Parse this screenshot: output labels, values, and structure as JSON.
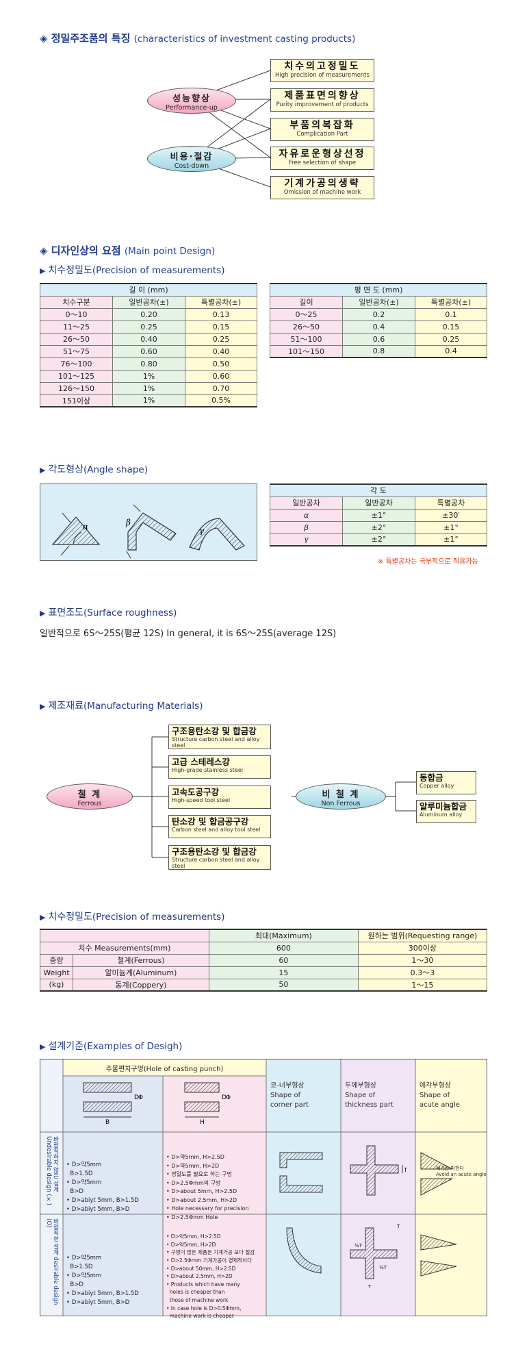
{
  "section1": {
    "title_ko": "◈ 정밀주조품의 특징",
    "title_en": "(characteristics of investment casting products)",
    "ovals": [
      {
        "ko": "성능향상",
        "en": "Performance-up"
      },
      {
        "ko": "비용·절감",
        "en": "Cost-down"
      }
    ],
    "boxes": [
      {
        "ko": "치수의고정밀도",
        "en": "High precision of measurements"
      },
      {
        "ko": "제품표면의향상",
        "en": "Purity improvement of products"
      },
      {
        "ko": "부품의복잡화",
        "en": "Complication Part"
      },
      {
        "ko": "자유로운형상선정",
        "en": "Free selection of shape"
      },
      {
        "ko": "기계가공의생략",
        "en": "Omission of machine work"
      }
    ]
  },
  "section2": {
    "title_ko": "◈ 디자인상의 요점",
    "title_en": "(Main point Design)",
    "sub_marker": "▶",
    "sub_ko": "치수정밀도",
    "sub_en": "(Precision of measurements)",
    "length_table": {
      "title": "길        이  (mm)",
      "headers": [
        "치수구분",
        "일반공차(±)",
        "특별공차(±)"
      ],
      "rows": [
        [
          "0～10",
          "0.20",
          "0.13"
        ],
        [
          "11～25",
          "0.25",
          "0.15"
        ],
        [
          "26～50",
          "0.40",
          "0.25"
        ],
        [
          "51～75",
          "0.60",
          "0.40"
        ],
        [
          "76～100",
          "0.80",
          "0.50"
        ],
        [
          "101～125",
          "1%",
          "0.60"
        ],
        [
          "126～150",
          "1%",
          "0.70"
        ],
        [
          "151이상",
          "1%",
          "0.5%"
        ]
      ]
    },
    "flat_table": {
      "title": "평      면      도  (mm)",
      "headers": [
        "길이",
        "일반공차(±)",
        "특별공차(±)"
      ],
      "rows": [
        [
          "0～25",
          "0.2",
          "0.1"
        ],
        [
          "26～50",
          "0.4",
          "0.15"
        ],
        [
          "51～100",
          "0.6",
          "0.25"
        ],
        [
          "101～150",
          "0.8",
          "0.4"
        ]
      ]
    }
  },
  "angle": {
    "sub_ko": "각도형상",
    "sub_en": "(Angle shape)",
    "symbols": [
      "α",
      "β",
      "γ"
    ],
    "table_title": "각        도",
    "headers": [
      "일반공차",
      "일반공차",
      "특별공차"
    ],
    "rows": [
      [
        "α",
        "±1°",
        "±30′"
      ],
      [
        "β",
        "±2°",
        "±1°"
      ],
      [
        "γ",
        "±2°",
        "±1°"
      ]
    ],
    "note": "※ 특별공차는 국부적으로 적용가능"
  },
  "surface": {
    "sub_ko": "표면조도",
    "sub_en": "(Surface roughness)",
    "text": "일반적으로 6S～25S(평균 12S) In general, it is 6S～25S(average 12S)"
  },
  "materials": {
    "sub_ko": "제조재료",
    "sub_en": "(Manufacturing Materials)",
    "ferrous": {
      "ko": "철    계",
      "en": "Ferrous"
    },
    "nonferrous": {
      "ko": "비  철  계",
      "en": "Non Ferrous"
    },
    "ferrous_items": [
      {
        "ko": "구조용탄소강 및 합금강",
        "en": "Structure carbon steel and alloy steel"
      },
      {
        "ko": "고급 스테레스강",
        "en": "High-grade stainless steel"
      },
      {
        "ko": "고속도공구강",
        "en": "High-speed tool steel"
      },
      {
        "ko": "탄소강 및 합금공구강",
        "en": "Carbon steel and alloy tool steel"
      },
      {
        "ko": "구조용탄소강 및 합금강",
        "en": "Structure carbon steel and alloy steel"
      }
    ],
    "nonferrous_items": [
      {
        "ko": "동합금",
        "en": "Copper alloy"
      },
      {
        "ko": "알루미늄합금",
        "en": "Aluminum alloy"
      }
    ]
  },
  "weight": {
    "sub_ko": "치수정밀도",
    "sub_en": "(Precision of measurements)",
    "headers": [
      "최대(Maximum)",
      "원하는 범위(Requesting range)"
    ],
    "measure_label": "치수 Measurements(mm)",
    "measure": [
      "600",
      "300이상"
    ],
    "side": [
      "중량",
      "Weight",
      "(kg)"
    ],
    "rows": [
      [
        "철계(Ferrous)",
        "60",
        "1～30"
      ],
      [
        "알미늄계(Aluminum)",
        "15",
        "0.3～3"
      ],
      [
        "동계(Coppery)",
        "50",
        "1～15"
      ]
    ]
  },
  "design": {
    "sub_ko": "설계기준",
    "sub_en": "(Examples of Desigh)",
    "hole_header": "주물편치구멍(Hole of casting punch)",
    "col_corner": [
      "코-너부형상",
      "Shape of",
      "corner part"
    ],
    "col_thick": [
      "두께부형상",
      "Shape of",
      "thickness part"
    ],
    "col_acute": [
      "예각부형상",
      "Shape of",
      "acute angle"
    ],
    "row_undesirable": "바람직하지 않은 설계 Undesirable design (×)",
    "row_desirable": "바람직한 설계 desirable design (O)",
    "label_D": "D",
    "label_B": "B",
    "label_H": "H",
    "label_T": "T",
    "undesirable_hole1": [
      "• D>약5mm",
      "  B>1.5D",
      "• D>약5mm",
      "  B>D",
      "• D>abiyt 5mm, B>1.5D",
      "• D>abiyt 5mm, B>D"
    ],
    "undesirable_hole2": [
      "• D>약5mm, H>2.5D",
      "• D>약5mm, H>2D",
      "• 정밀도를 필요로 하는 구멍",
      "• D>2.5Φmm의 구멍",
      "• D>about 5mm, H>2.5D",
      "• D>about 2.5mm, H>2D",
      "• Hole necessary for precision",
      "• D>2.5Φmm Hole"
    ],
    "acute_note_ko": "예각은 피한다",
    "acute_note_en": "Avoid an acute angle",
    "desirable_hole1": [
      "• D>약5mm",
      "  B>1.5D",
      "• D>약5mm",
      "  B>D",
      "• D>abiyt 5mm, B>1.5D",
      "• D>abiyt 5mm, B>D"
    ],
    "desirable_hole2": [
      "• D>약5mm, H>2.5D",
      "• D>약5mm, H>2D",
      "• 구멍이 많은 제품은 기계가공 보다 절감",
      "• D>2.5Φmm 기계가공이 경제적이다",
      "• D>about 50mm, H>2.5D",
      "• D>about 2.5mm, H>2D",
      "• Products which have many",
      "  holes is cheaper than",
      "  those of machine work",
      "• In case hole is D>0.5Φmm,",
      "  machine work is cheaper"
    ]
  }
}
